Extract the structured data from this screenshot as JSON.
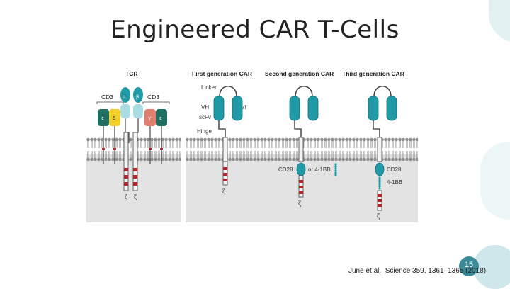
{
  "slide": {
    "title": "Engineered CAR T-Cells",
    "citation": "June et al., Science 359, 1361–1365 (2018)",
    "page_number": "15"
  },
  "figure": {
    "panel_titles": [
      "TCR",
      "First generation CAR",
      "Second generation CAR",
      "Third generation CAR"
    ],
    "tcr_labels": {
      "cd3_left": "CD3",
      "cd3_right": "CD3",
      "alpha": "α",
      "beta": "β",
      "epsilon_left": "ε",
      "delta": "δ",
      "gamma": "γ",
      "epsilon_right": "ε",
      "zeta_left": "ζ",
      "zeta_right": "ζ"
    },
    "first_gen_labels": {
      "linker": "Linker",
      "vh": "VH",
      "vl": "Vl",
      "scfv": "scFv",
      "hinge": "Hinge",
      "zeta": "ζ"
    },
    "second_gen_labels": {
      "costim": "CD28",
      "or": "or 4-1BB",
      "zeta": "ζ"
    },
    "third_gen_labels": {
      "costim1": "CD28",
      "costim2": "4-1BB",
      "zeta": "ζ"
    },
    "colors": {
      "teal": "#1f9aa6",
      "teal_dark": "#146f78",
      "teal_light": "#a9dde3",
      "yellow": "#f2cf2a",
      "salmon": "#e07f6f",
      "green_dark": "#1e6e62",
      "itam_red": "#b3262d",
      "membrane_bg": "#c9c9c9",
      "cytoplasm_bg": "#e3e3e3"
    }
  }
}
